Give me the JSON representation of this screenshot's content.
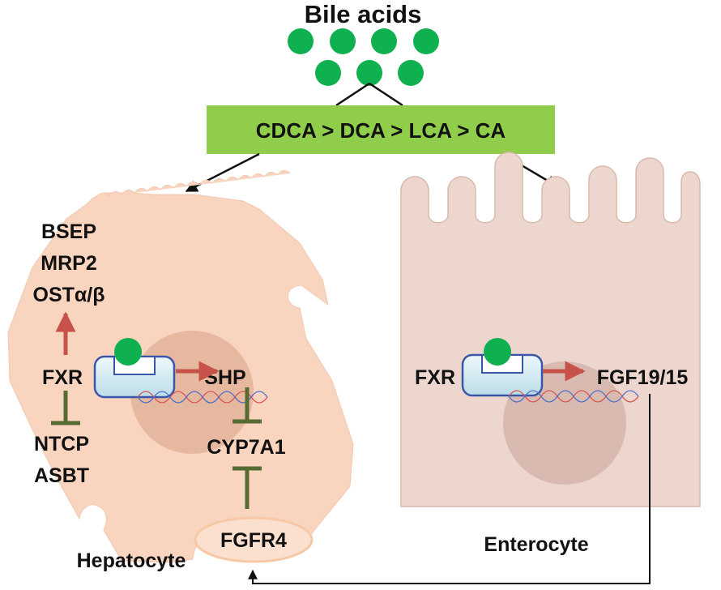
{
  "title": "Bile acids",
  "potency_order": "CDCA > DCA > LCA > CA",
  "hepatocyte": {
    "cell_label": "Hepatocyte",
    "receptor": "FXR",
    "upregulated_targets": [
      "BSEP",
      "MRP2",
      "OSTα/β"
    ],
    "repressed_targets": [
      "NTCP",
      "ASBT"
    ],
    "induced_gene": "SHP",
    "repressed_gene": "CYP7A1",
    "membrane_receptor": "FGFR4"
  },
  "enterocyte": {
    "cell_label": "Enterocyte",
    "receptor": "FXR",
    "induced_gene": "FGF19/15"
  },
  "colors": {
    "bile_acid": "#0fb04f",
    "potency_box": "#8fcd4a",
    "hepatocyte": "#f9d4bf",
    "enterocyte": "#ecd6cd",
    "nucleus_hepatocyte": "#e7b8a0",
    "nucleus_enterocyte": "#d9bab0",
    "activation_arrow": "#c6524a",
    "inhibition_bar": "#566b30",
    "receptor_fill": "#d7ecf3",
    "receptor_outline": "#3a56a8"
  }
}
